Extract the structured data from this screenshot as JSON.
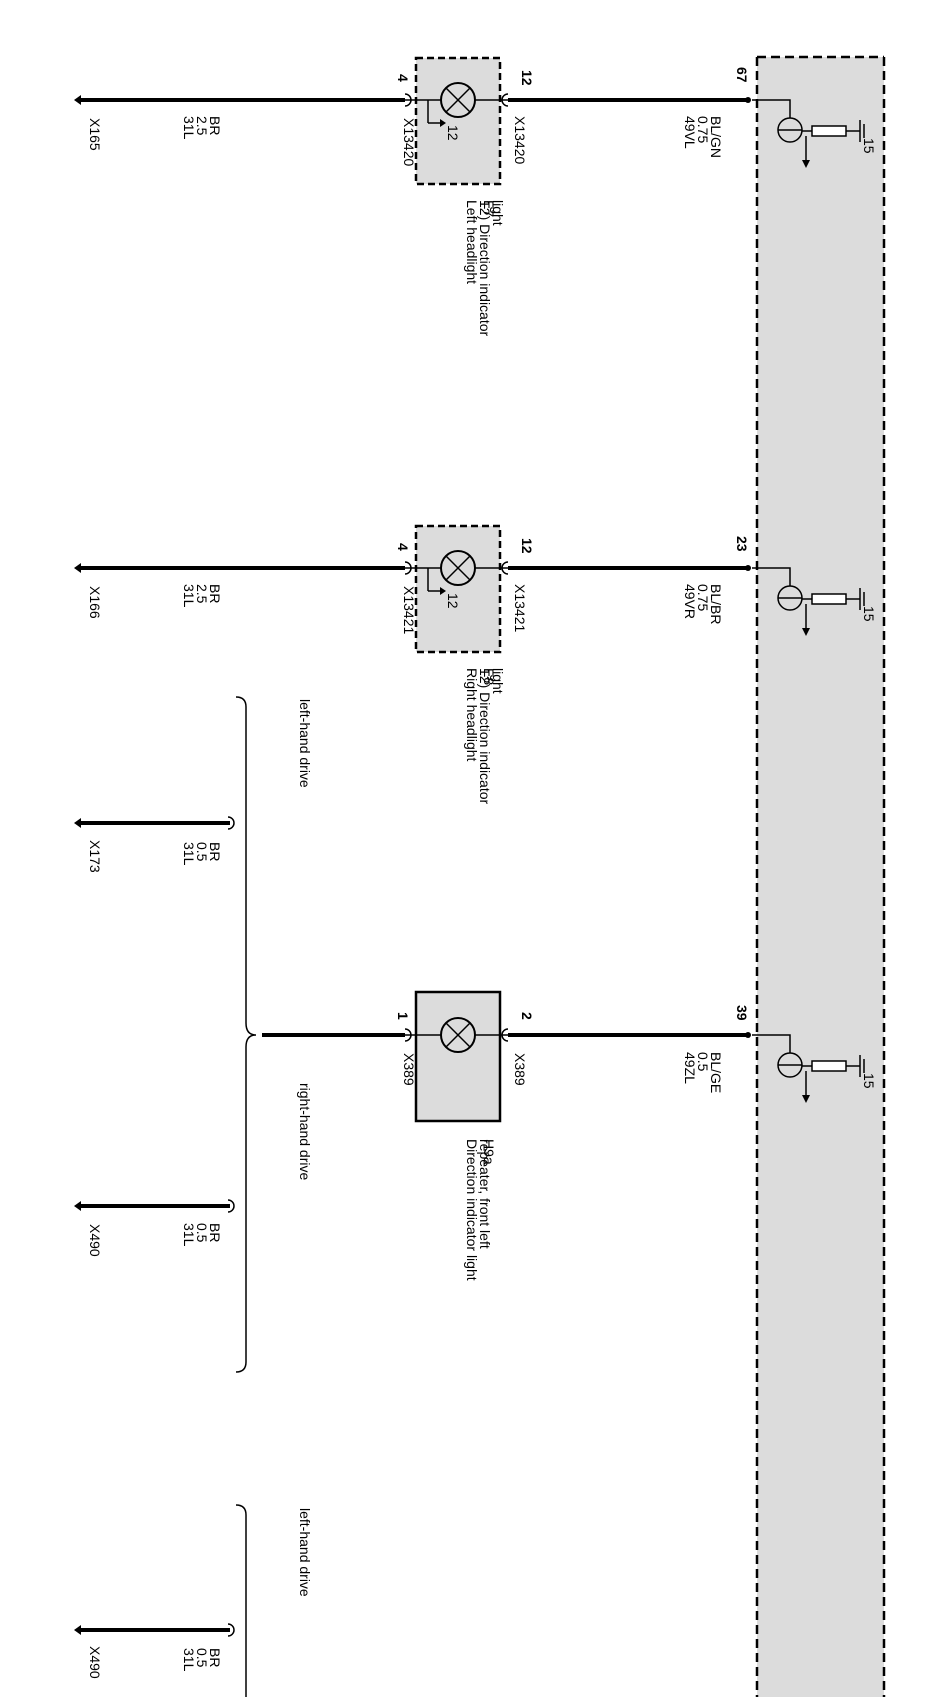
{
  "components": [
    {
      "id": "E7",
      "name_lines": [
        "Left headlight",
        "12) Direction indicator",
        "light"
      ],
      "lamp_number": "12",
      "pin_a": "4",
      "pin_b": "12",
      "connector_a": "X13420",
      "connector_b": "X13420",
      "module_pin": "67",
      "supply_wire": [
        "49VL",
        "0.75",
        "BL/GN"
      ],
      "ground_wire": [
        "31L",
        "2.5",
        "BR"
      ],
      "ground_point": "X165"
    },
    {
      "id": "E8",
      "name_lines": [
        "Right headlight",
        "12) Direction indicator",
        "light"
      ],
      "lamp_number": "12",
      "pin_a": "4",
      "pin_b": "12",
      "connector_a": "X13421",
      "connector_b": "X13421",
      "module_pin": "23",
      "supply_wire": [
        "49VR",
        "0.75",
        "BL/BR"
      ],
      "ground_wire": [
        "31L",
        "2.5",
        "BR"
      ],
      "ground_point": "X166"
    },
    {
      "id": "H9a",
      "name_lines": [
        "Direction indicator light",
        "repeater, front left"
      ],
      "pin_a": "1",
      "pin_b": "2",
      "connector_a": "X389",
      "connector_b": "X389",
      "module_pin": "39",
      "supply_wire": [
        "49ZL",
        "0.5",
        "BL/GE"
      ],
      "ground_wire": [
        "31L",
        "0.5",
        "BR"
      ]
    }
  ],
  "module_resistor_ref": "15",
  "variants": [
    {
      "label": "left-hand drive",
      "wire": [
        "31L",
        "0.5",
        "BR"
      ],
      "ground_point": "X173"
    },
    {
      "label": "right-hand drive",
      "wire": [
        "31L",
        "0.5",
        "BR"
      ],
      "ground_point": "X490"
    },
    {
      "label": "left-hand drive",
      "wire": [
        "31L",
        "0.5",
        "BR"
      ],
      "ground_point": "X490"
    }
  ]
}
